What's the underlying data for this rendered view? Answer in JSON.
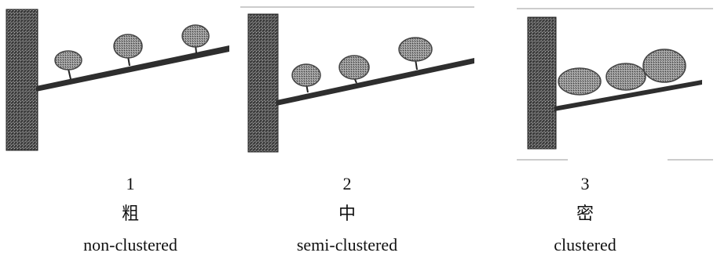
{
  "panels": [
    {
      "number": "1",
      "label_cn": "粗",
      "label_en": "non-clustered",
      "fruit_count": 3
    },
    {
      "number": "2",
      "label_cn": "中",
      "label_en": "semi-clustered",
      "fruit_count": 3
    },
    {
      "number": "3",
      "label_cn": "密",
      "label_en": "clustered",
      "fruit_count": 3
    }
  ],
  "colors": {
    "ink": "#1a1a1a",
    "trunk": "#3a3a3a",
    "fruit": "#6a6a6a",
    "background": "#ffffff"
  }
}
